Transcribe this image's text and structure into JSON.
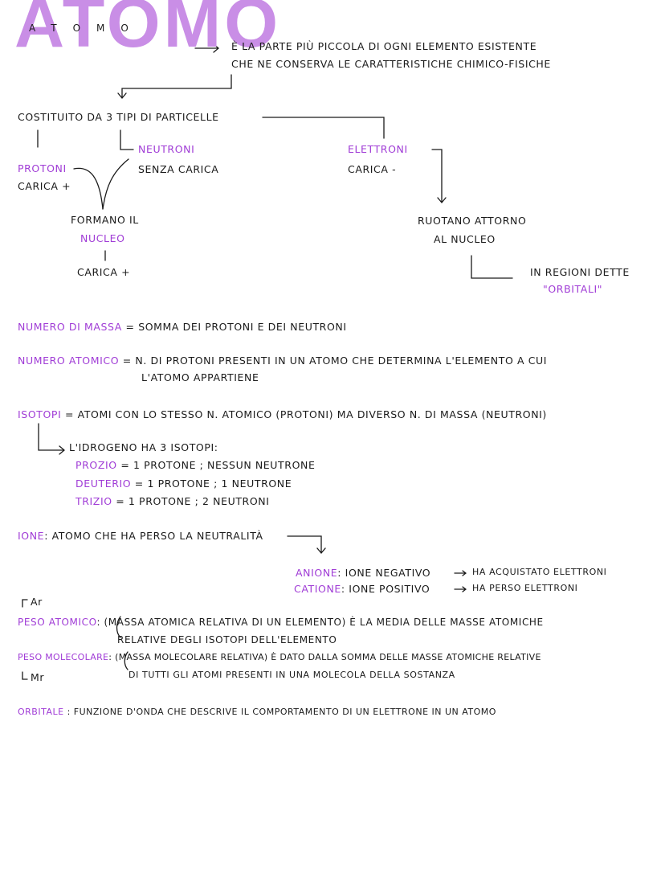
{
  "title": {
    "big": "ATOMO",
    "small": "ATOMO"
  },
  "definition": {
    "line1": "È LA PARTE PIÙ PICCOLA DI OGNI ELEMENTO ESISTENTE",
    "line2": "CHE NE CONSERVA LE CARATTERISTICHE CHIMICO-FISICHE"
  },
  "composition": {
    "heading": "COSTITUITO DA 3 TIPI DI PARTICELLE",
    "protons": {
      "name": "PROTONI",
      "charge": "CARICA +"
    },
    "neutrons": {
      "name": "NEUTRONI",
      "charge": "SENZA CARICA"
    },
    "nucleus": {
      "line1": "FORMANO IL",
      "line2": "NUCLEO",
      "charge": "CARICA +"
    },
    "electrons": {
      "name": "ELETTRONI",
      "charge": "CARICA -"
    },
    "orbit": {
      "line1": "RUOTANO ATTORNO",
      "line2": "AL NUCLEO"
    },
    "regions": {
      "line1": "IN REGIONI DETTE",
      "line2": "\"ORBITALI\""
    }
  },
  "definitions": [
    {
      "term": "NUMERO DI MASSA",
      "text": "= SOMMA DEI PROTONI E DEI NEUTRONI"
    },
    {
      "term": "NUMERO ATOMICO",
      "text": "= N. DI PROTONI PRESENTI IN UN ATOMO CHE DETERMINA L'ELEMENTO A CUI",
      "text2": "L'ATOMO APPARTIENE"
    },
    {
      "term": "ISOTOPI",
      "text": "= ATOMI CON LO STESSO N. ATOMICO (PROTONI) MA DIVERSO N. DI MASSA (NEUTRONI)"
    }
  ],
  "isotopes": {
    "intro": "L'IDROGENO HA 3 ISOTOPI:",
    "items": [
      {
        "name": "PROZIO",
        "desc": "= 1 PROTONE ; NESSUN NEUTRONE"
      },
      {
        "name": "DEUTERIO",
        "desc": "= 1 PROTONE ; 1 NEUTRONE"
      },
      {
        "name": "TRIZIO",
        "desc": "= 1 PROTONE ; 2 NEUTRONI"
      }
    ]
  },
  "ion": {
    "term": "IONE",
    "text": ": ATOMO CHE HA PERSO LA NEUTRALITÀ",
    "anion": {
      "name": "ANIONE",
      "desc": ": IONE NEGATIVO",
      "result": "HA ACQUISTATO ELETTRONI"
    },
    "cation": {
      "name": "CATIONE",
      "desc": ": IONE POSITIVO",
      "result": "HA PERSO ELETTRONI"
    }
  },
  "weights": {
    "ar_label": "Ar",
    "atomic_term": "PESO ATOMICO",
    "atomic_line1": ": (MASSA ATOMICA RELATIVA DI UN ELEMENTO) È LA MEDIA DELLE MASSE ATOMICHE",
    "atomic_line2": "RELATIVE DEGLI ISOTOPI DELL'ELEMENTO",
    "molecular_term": "PESO MOLECOLARE",
    "molecular_line1": ": (MASSA MOLECOLARE RELATIVA) È DATO DALLA SOMMA DELLE MASSE ATOMICHE RELATIVE",
    "molecular_line2": "DI TUTTI GLI ATOMI PRESENTI IN UNA MOLECOLA DELLA SOSTANZA",
    "mr_label": "Mr"
  },
  "orbital": {
    "term": "ORBITALE",
    "text": ": FUNZIONE D'ONDA CHE DESCRIVE IL COMPORTAMENTO DI UN ELETTRONE IN UN ATOMO"
  },
  "colors": {
    "accent": "#a03cd6",
    "title": "#c98ee6",
    "ink": "#1a1a1a"
  }
}
